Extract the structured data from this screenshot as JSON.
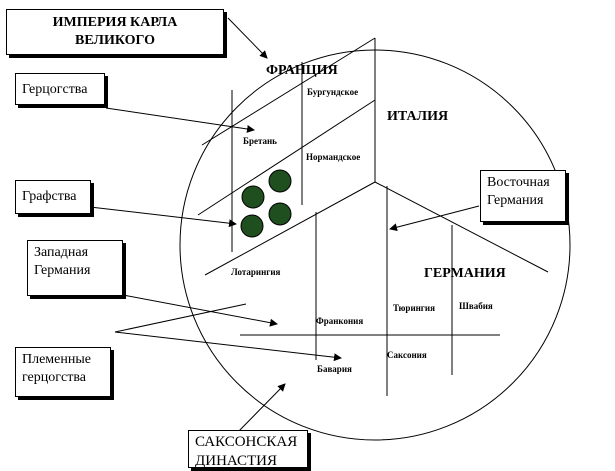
{
  "boxes": {
    "empire": "ИМПЕРИЯ КАРЛА ВЕЛИКОГО",
    "duchies": "Герцогства",
    "counties": "Графства",
    "west_germany": "Западная Германия",
    "tribal_duchies": "Племенные герцогства",
    "saxon_dynasty": "САКСОНСКАЯ ДИНАСТИЯ",
    "east_germany": "Восточная Германия"
  },
  "regions": {
    "france": "ФРАНЦИЯ",
    "italy": "ИТАЛИЯ",
    "germany": "ГЕРМАНИЯ"
  },
  "subregions": {
    "burgundy": "Бургундское",
    "brittany": "Бретань",
    "normandy": "Нормандское",
    "lotharingia": "Лотарингия",
    "franconia": "Франкония",
    "thuringia": "Тюрингия",
    "swabia": "Швабия",
    "saxony": "Саксония",
    "bavaria": "Бавария"
  },
  "colors": {
    "county_dot": "#1f4e1f",
    "line": "#000000"
  }
}
